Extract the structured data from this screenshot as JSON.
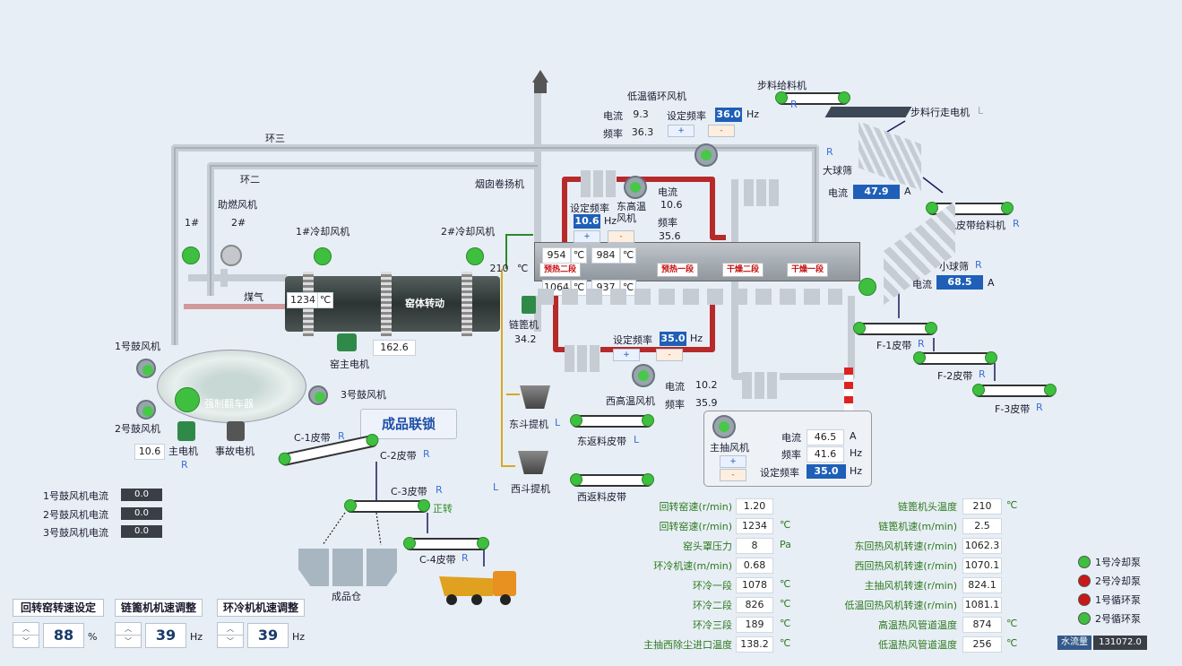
{
  "labels": {
    "ring3": "环三",
    "ring2": "环二",
    "aux_fan": "助燃风机",
    "fan1": "1#",
    "fan2": "2#",
    "cool1": "1#冷却风机",
    "cool2": "2#冷却风机",
    "coal": "煤气",
    "kiln": "窑体转动",
    "chimney": "烟囱卷扬机",
    "grate": "链篦机",
    "main_motor": "窑主电机",
    "blower1": "1号鼓风机",
    "blower2": "2号鼓风机",
    "blower3": "3号鼓风机",
    "mixer": "强制翻车器",
    "mainmotor2": "主电机",
    "accident": "事故电机",
    "product_lock": "成品联锁",
    "low_fan": "低温循环风机",
    "current": "电流",
    "freq": "频率",
    "set_freq": "设定频率",
    "east_hot": "东高温\n风机",
    "west_hot": "西高温风机",
    "main_draft": "主抽风机",
    "step_feed": "步料给料机",
    "step_motor": "步料行走电机",
    "big_screen": "大球筛",
    "wide_belt": "宽皮带给料机",
    "small_screen": "小球筛",
    "f1": "F-1皮带",
    "f2": "F-2皮带",
    "f3": "F-3皮带",
    "east_elev": "东斗提机",
    "west_elev": "西斗提机",
    "east_return": "东返料皮带",
    "west_return": "西返料皮带",
    "c1": "C-1皮带",
    "c2": "C-2皮带",
    "c3": "C-3皮带",
    "c4": "C-4皮带",
    "forward": "正转",
    "product_bin": "成品仓",
    "preheat2": "预热二段",
    "preheat1": "预热一段",
    "dry2": "干燥二段",
    "dry1": "干燥一段",
    "R": "R",
    "L": "L",
    "A": "A",
    "Hz": "Hz",
    "C": "℃",
    "Pa": "Pa",
    "pct": "%",
    "plus": "+",
    "minus": "-"
  },
  "values": {
    "kiln_temp": "1234",
    "grate_temp": "210",
    "main_motor_val": "162.6",
    "grate_val": "34.2",
    "main2_val": "10.6",
    "t954": "954",
    "t984": "984",
    "t1064": "1064",
    "t937": "937",
    "low_current": "9.3",
    "low_freq": "36.3",
    "low_set": "36.0",
    "east_current": "10.6",
    "east_freq": "35.6",
    "east_set": "10.6",
    "west_set": "35.0",
    "west_current": "10.2",
    "west_freq": "35.9",
    "main_current": "46.5",
    "main_freq": "41.6",
    "main_set": "35.0",
    "big_current": "47.9",
    "small_current": "68.5"
  },
  "blower_currents": [
    {
      "label": "1号鼓风机电流",
      "value": "0.0"
    },
    {
      "label": "2号鼓风机电流",
      "value": "0.0"
    },
    {
      "label": "3号鼓风机电流",
      "value": "0.0"
    }
  ],
  "params_left": [
    {
      "label": "回转窑速(r/min)",
      "value": "1.20",
      "unit": ""
    },
    {
      "label": "回转窑速(r/min)",
      "value": "1234",
      "unit": "℃"
    },
    {
      "label": "窑头罩压力",
      "value": "8",
      "unit": "Pa"
    },
    {
      "label": "环冷机速(m/min)",
      "value": "0.68",
      "unit": ""
    },
    {
      "label": "环冷一段",
      "value": "1078",
      "unit": "℃"
    },
    {
      "label": "环冷二段",
      "value": "826",
      "unit": "℃"
    },
    {
      "label": "环冷三段",
      "value": "189",
      "unit": "℃"
    },
    {
      "label": "主抽西除尘进口温度",
      "value": "138.2",
      "unit": "℃"
    }
  ],
  "params_right": [
    {
      "label": "链篦机头温度",
      "value": "210",
      "unit": "℃"
    },
    {
      "label": "链篦机速(m/min)",
      "value": "2.5",
      "unit": ""
    },
    {
      "label": "东回热风机转速(r/min)",
      "value": "1062.3",
      "unit": ""
    },
    {
      "label": "西回热风机转速(r/min)",
      "value": "1070.1",
      "unit": ""
    },
    {
      "label": "主抽风机转速(r/min)",
      "value": "824.1",
      "unit": ""
    },
    {
      "label": "低温回热风机转速(r/min)",
      "value": "1081.1",
      "unit": ""
    },
    {
      "label": "高温热风管道温度",
      "value": "874",
      "unit": "℃"
    },
    {
      "label": "低温热风管道温度",
      "value": "256",
      "unit": "℃"
    }
  ],
  "pumps": [
    {
      "label": "1号冷却泵",
      "color": "#3fbf3f"
    },
    {
      "label": "2号冷却泵",
      "color": "#c81818"
    },
    {
      "label": "1号循环泵",
      "color": "#c81818"
    },
    {
      "label": "2号循环泵",
      "color": "#3fbf3f"
    }
  ],
  "water": {
    "label": "水流量",
    "value": "131072.0"
  },
  "controls": [
    {
      "title": "回转窑转速设定",
      "value": "88",
      "unit": "%"
    },
    {
      "title": "链篦机机速调整",
      "value": "39",
      "unit": "Hz"
    },
    {
      "title": "环冷机机速调整",
      "value": "39",
      "unit": "Hz"
    }
  ],
  "spin": {
    "up": "︿",
    "down": "﹀"
  }
}
